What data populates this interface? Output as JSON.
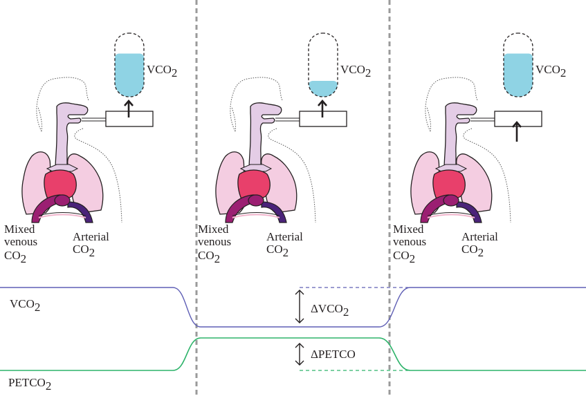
{
  "colors": {
    "vco2_line": "#5f5fb5",
    "petco2_line": "#2db36a",
    "divider": "#9a9a9a",
    "gauge_fill": "#8fd3e4",
    "lung": "#f4cde1",
    "airway": "#e4cde6",
    "heart": "#e8406b",
    "artery": "#9b1f72",
    "vein": "#4a2379",
    "outline": "#231f20"
  },
  "panels": [
    {
      "id": "baseline",
      "gauge_label": "VCO",
      "gauge_label_sub": "2",
      "gauge_fill_fraction": 0.68,
      "arrow_position": "above-box",
      "label_mixed_venous": [
        "Mixed",
        "venous",
        "CO"
      ],
      "label_mixed_venous_sub": "2",
      "label_arterial": [
        "Arterial",
        "CO"
      ],
      "label_arterial_sub": "2"
    },
    {
      "id": "reduced-output",
      "gauge_label": "VCO",
      "gauge_label_sub": "2",
      "gauge_fill_fraction": 0.25,
      "arrow_position": "above-box",
      "label_mixed_venous": [
        "Mixed",
        "venous",
        "CO"
      ],
      "label_mixed_venous_sub": "2",
      "label_arterial": [
        "Arterial",
        "CO"
      ],
      "label_arterial_sub": "2"
    },
    {
      "id": "recovered",
      "gauge_label": "VCO",
      "gauge_label_sub": "2",
      "gauge_fill_fraction": 0.68,
      "arrow_position": "below-box",
      "label_mixed_venous": [
        "Mixed",
        "venous",
        "CO"
      ],
      "label_mixed_venous_sub": "2",
      "label_arterial": [
        "Arterial",
        "CO"
      ],
      "label_arterial_sub": "2"
    }
  ],
  "traces": {
    "vco2": {
      "label": "VCO",
      "label_sub": "2",
      "levels": [
        "high",
        "low",
        "high"
      ]
    },
    "petco2": {
      "label": "PETCO",
      "label_sub": "2",
      "levels": [
        "low",
        "high",
        "low"
      ]
    }
  },
  "annotations": {
    "delta_vco2": {
      "label": "ΔVCO",
      "label_sub": "2"
    },
    "delta_petco": {
      "label": "ΔPETCO"
    }
  }
}
